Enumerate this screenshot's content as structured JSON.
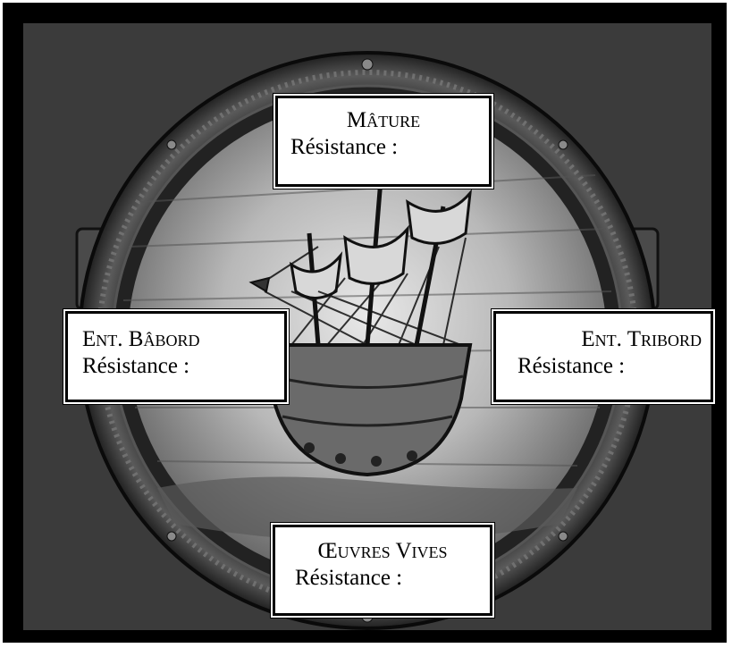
{
  "boxes": {
    "mature": {
      "title": "Mâture",
      "resistance": "Résistance :"
    },
    "babord": {
      "title": "Ent. Bâbord",
      "resistance": "Résistance :"
    },
    "tribord": {
      "title": "Ent. Tribord",
      "resistance": "Résistance :"
    },
    "oeuvres": {
      "title": "Œuvres Vives",
      "resistance": "Résistance :"
    }
  },
  "illustration": {
    "subject": "ship-medallion",
    "icon": "caravel-in-porthole-icon"
  },
  "colors": {
    "frame": "#000000",
    "panel": "#3b3b3b",
    "label_bg": "#ffffff",
    "rim": "#2a2a2a",
    "wood": "#bdbdbd"
  }
}
